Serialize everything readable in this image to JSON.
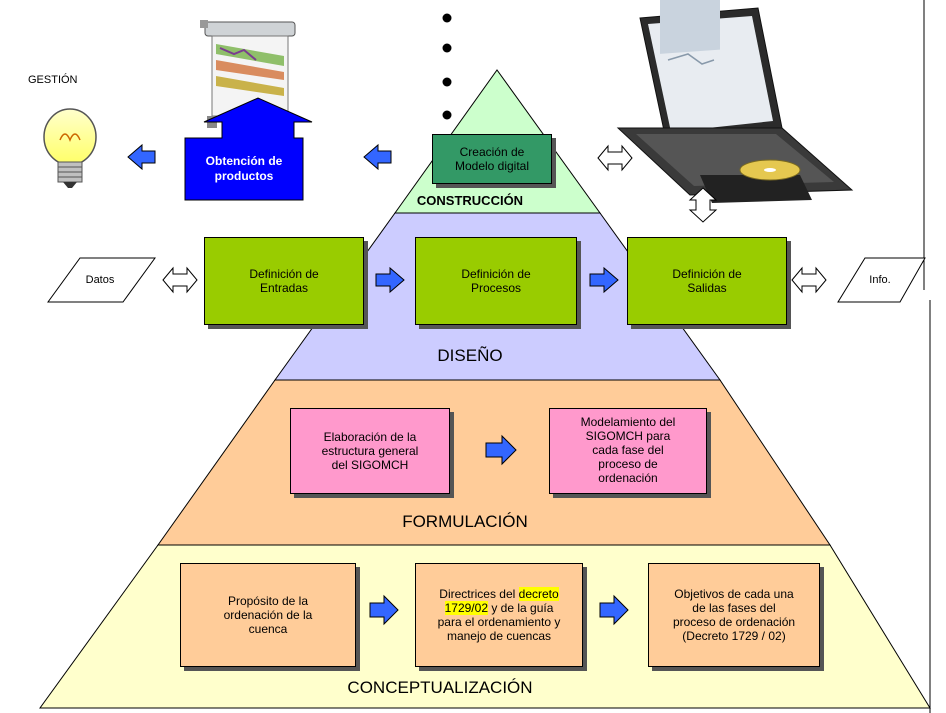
{
  "side": {
    "gestion": "GESTIÓN"
  },
  "construction": {
    "title": "CONSTRUCCIÓN",
    "box": [
      "Creación de",
      "Modelo digital"
    ],
    "products_box": [
      "Obtención de",
      "productos"
    ]
  },
  "design": {
    "title": "DISEÑO",
    "input_parallelogram": "Datos",
    "output_parallelogram": "Info.",
    "boxes": [
      [
        "Definición de",
        "Entradas"
      ],
      [
        "Definición de",
        "Procesos"
      ],
      [
        "Definición de",
        "Salidas"
      ]
    ]
  },
  "formulation": {
    "title": "FORMULACIÓN",
    "boxes": [
      [
        "Elaboración de la",
        "estructura general",
        "del SIGOMCH"
      ],
      [
        "Modelamiento del",
        "SIGOMCH para",
        "cada fase del",
        "proceso de",
        "ordenación"
      ]
    ]
  },
  "conceptualization": {
    "title": "CONCEPTUALIZACIÓN",
    "box1": [
      "Propósito de la",
      "ordenación de la",
      "cuenca"
    ],
    "box2": {
      "pre": "Directrices del ",
      "hl1": "decreto",
      "hl2": "1729/02",
      "post1": " y de la guía",
      "l3": "para el ordenamiento y",
      "l4": "manejo de cuencas"
    },
    "box3": [
      "Objetivos de cada una",
      "de las fases del",
      "proceso de ordenación",
      "(Decreto 1729 / 02)"
    ]
  },
  "colors": {
    "construction_band": "#ccffcc",
    "design_band": "#ccccff",
    "formulation_band": "#ffcc99",
    "conceptualization_band": "#ffffcc",
    "arrow_blue": "#3366ff",
    "products_blue": "#0000ff"
  }
}
